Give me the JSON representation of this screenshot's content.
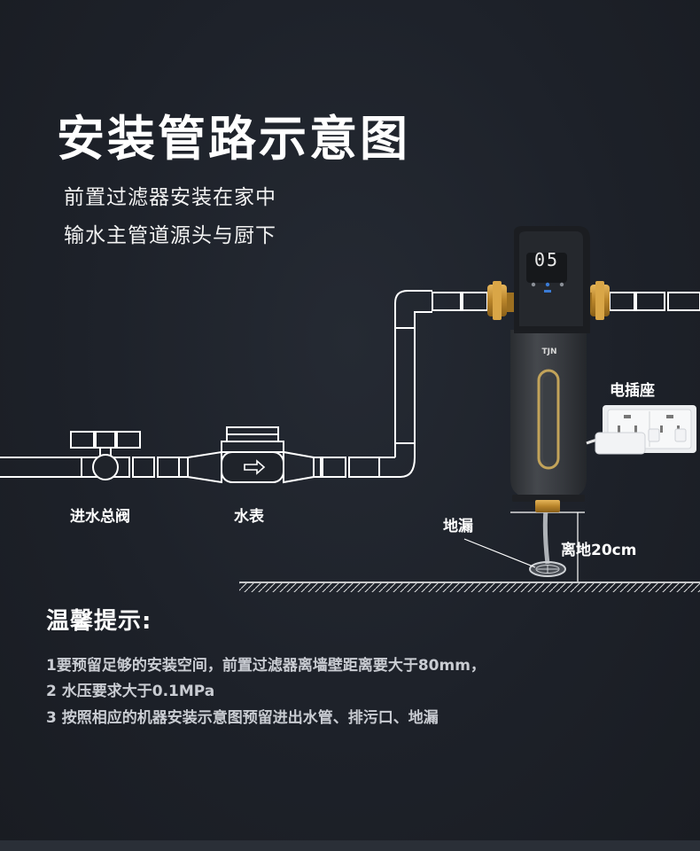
{
  "title": "安装管路示意图",
  "subtitle": {
    "line1": "前置过滤器安装在家中",
    "line2": "输水主管道源头与厨下"
  },
  "diagram": {
    "valve_label": "进水总阀",
    "meter_label": "水表",
    "socket_label": "电插座",
    "drain_label": "地漏",
    "height_label": "离地20cm",
    "display_value": "05",
    "brand": "TJN"
  },
  "tips": {
    "heading": "温馨提示:",
    "items": [
      "1要预留足够的安装空间，前置过滤器离墙壁距离要大于80mm，",
      "2 水压要求大于0.1MPa",
      "3 按照相应的机器安装示意图预留进出水管、排污口、地漏"
    ]
  },
  "colors": {
    "background": "#1d2129",
    "pipe_stroke": "#ffffff",
    "brass": "#c9962f",
    "gold_accent": "#c2a35a",
    "device_body": "#2f3237"
  }
}
